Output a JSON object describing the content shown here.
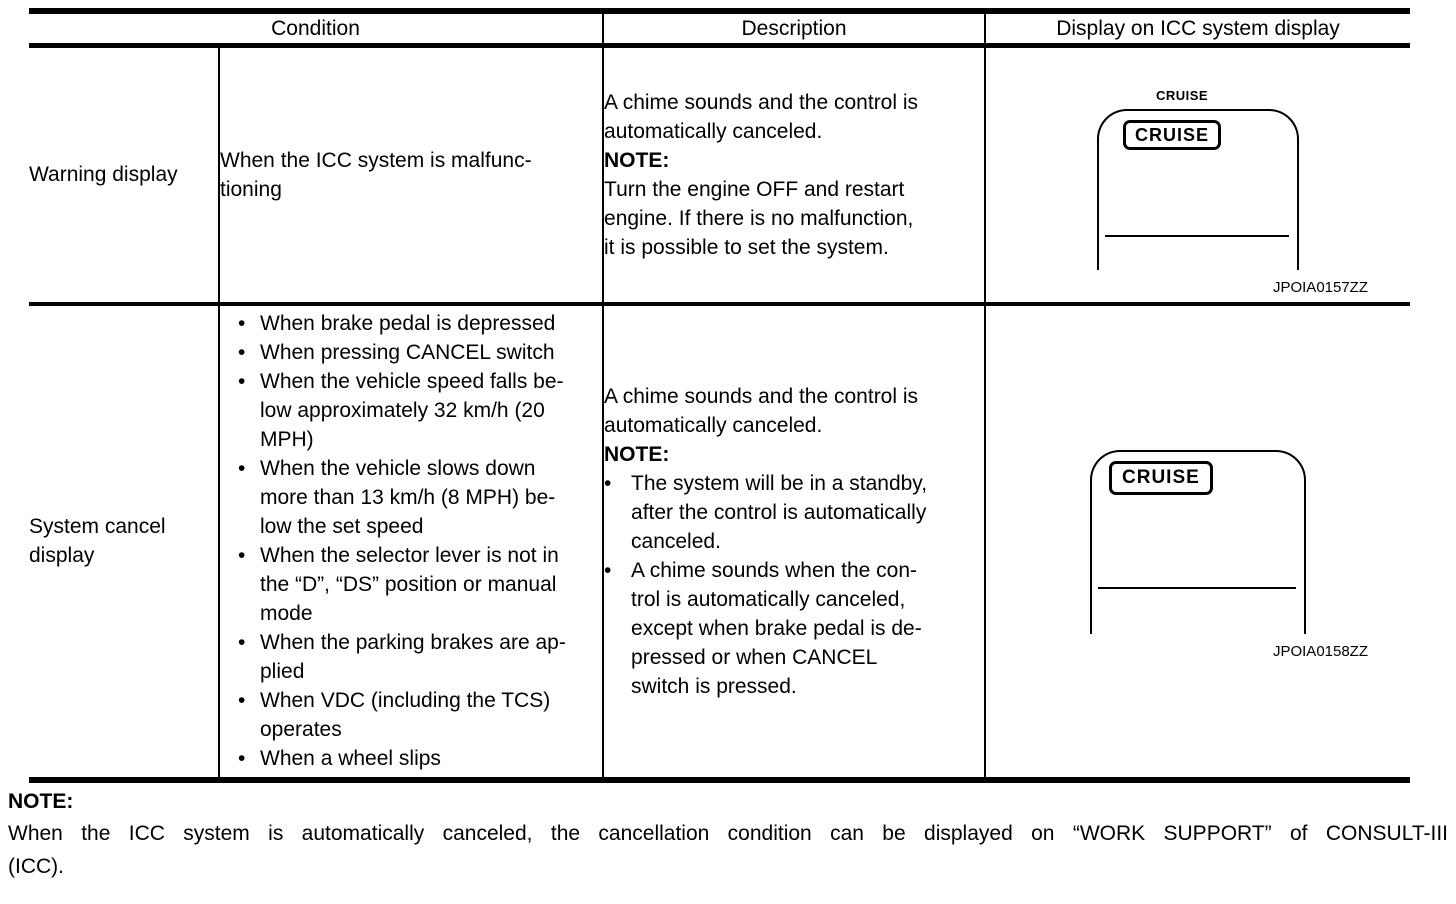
{
  "table": {
    "headers": {
      "condition": "Condition",
      "description": "Description",
      "display": "Display on ICC system display"
    },
    "rows": [
      {
        "label": "Warning display",
        "condition": "When the ICC system is malfunc-\ntioning",
        "description": {
          "intro": "A chime sounds and the control is\nautomatically canceled.",
          "note_label": "NOTE:",
          "note_text": "Turn the engine OFF and restart\nengine. If there is no malfunction,\nit is possible to set the system."
        },
        "figure": {
          "top_label": "CRUISE",
          "button_label": "CRUISE",
          "code": "JPOIA0157ZZ"
        }
      },
      {
        "label": "System cancel\ndisplay",
        "condition_bullets": [
          "When brake pedal is depressed",
          "When pressing CANCEL switch",
          "When the vehicle speed falls be-\nlow approximately 32 km/h (20\nMPH)",
          "When the vehicle slows down\nmore than 13 km/h (8 MPH) be-\nlow the set speed",
          "When the selector lever is not in\nthe “D”, “DS” position or manual\nmode",
          "When the parking brakes are ap-\nplied",
          "When VDC (including the TCS)\noperates",
          "When a wheel slips"
        ],
        "description": {
          "intro": "A chime sounds and the control is\nautomatically canceled.",
          "note_label": "NOTE:",
          "note_bullets": [
            "The system will be in a standby,\nafter the control is automatically\ncanceled.",
            "A chime sounds when the con-\ntrol is automatically canceled,\nexcept when brake pedal is de-\npressed or when CANCEL\nswitch is pressed."
          ]
        },
        "figure": {
          "button_label": "CRUISE",
          "code": "JPOIA0158ZZ"
        }
      }
    ]
  },
  "footnote": {
    "note_label": "NOTE:",
    "line1": "When the ICC system is automatically canceled, the cancellation condition can be displayed on “WORK SUPPORT” of CONSULT-III",
    "line2": "(ICC)."
  }
}
